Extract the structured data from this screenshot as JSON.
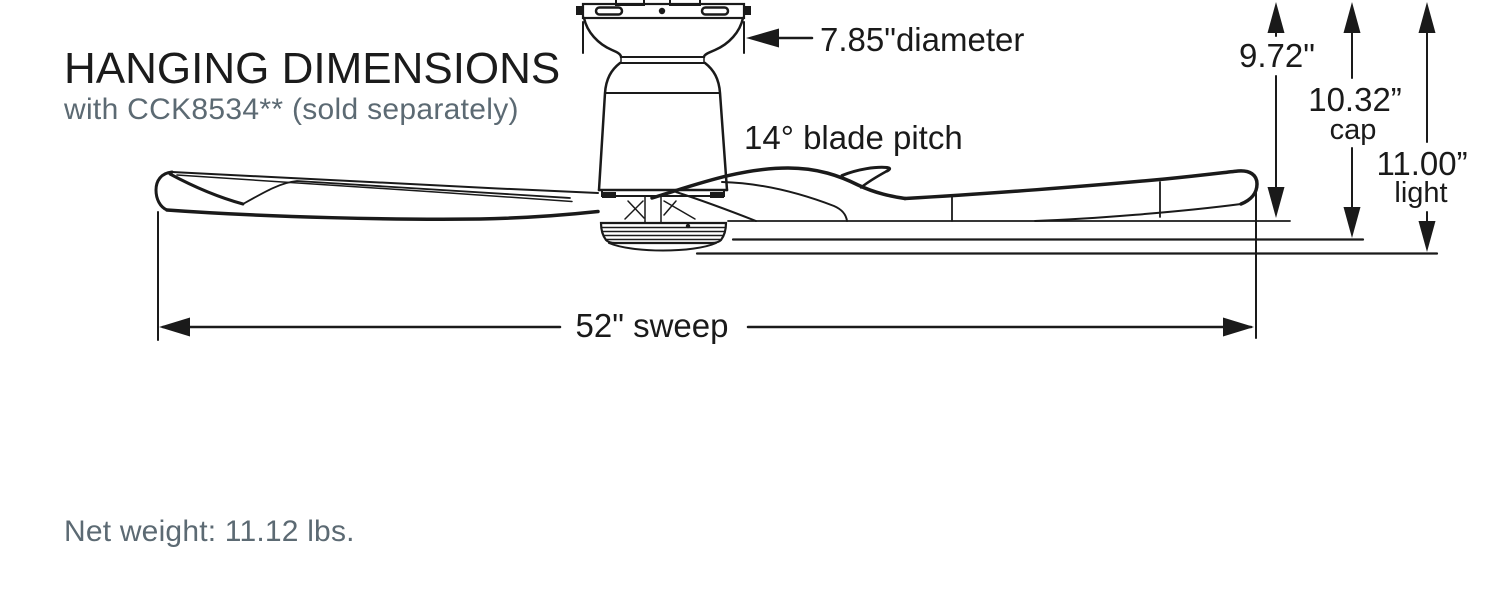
{
  "title": "HANGING DIMENSIONS",
  "subtitle": "with CCK8534** (sold separately)",
  "labels": {
    "diameter": "7.85\"diameter",
    "blade_pitch": "14° blade pitch",
    "sweep": "52\" sweep",
    "dim_drop": "9.72\"",
    "dim_cap": "10.32”",
    "dim_cap_word": "cap",
    "dim_light": "11.00”",
    "dim_light_word": "light"
  },
  "net_weight": "Net weight: 11.12 lbs.",
  "colors": {
    "ink": "#1a1a1a",
    "slate": "#5c6a73",
    "background": "#ffffff"
  }
}
